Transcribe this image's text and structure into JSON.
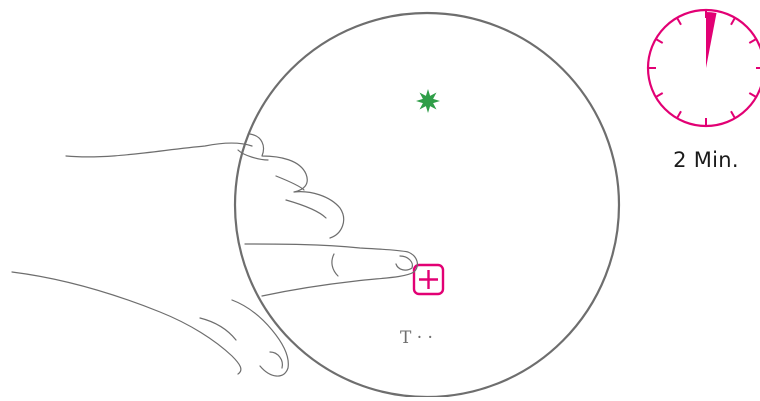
{
  "colors": {
    "device_outline": "#6e6e6e",
    "hand_outline": "#6e6e6e",
    "accent_magenta": "#e20074",
    "status_led_green": "#2f9e48",
    "background": "#ffffff"
  },
  "device": {
    "status_led": "green-starburst-icon",
    "pair_button": "plus-square-icon",
    "brand_logo": "T · ·"
  },
  "timer": {
    "label": "2 Min.",
    "elapsed_fraction": 0.03
  }
}
